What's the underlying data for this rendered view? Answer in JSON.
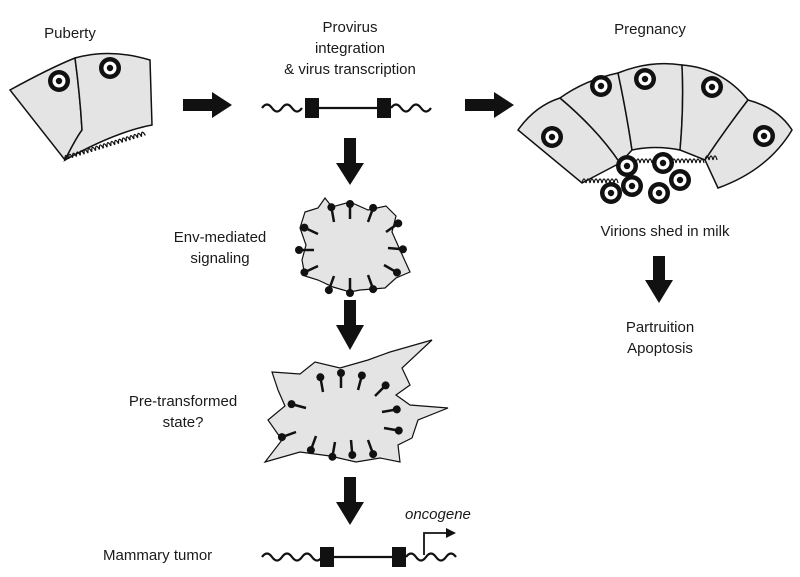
{
  "labels": {
    "puberty": "Puberty",
    "provirus_line1": "Provirus",
    "provirus_line2": "integration",
    "provirus_line3": "& virus transcription",
    "pregnancy": "Pregnancy",
    "virions": "Virions shed in milk",
    "env_line1": "Env-mediated",
    "env_line2": "signaling",
    "partruition": "Partruition",
    "apoptosis": "Apoptosis",
    "pretransformed_line1": "Pre-transformed",
    "pretransformed_line2": "state?",
    "tumor": "Mammary tumor",
    "oncogene": "oncogene"
  },
  "colors": {
    "cell_fill": "#e4e4e4",
    "outline": "#111111",
    "background": "#ffffff"
  }
}
